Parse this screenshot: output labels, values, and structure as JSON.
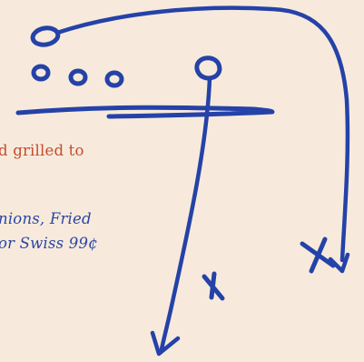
{
  "menu_snippet": {
    "description_text": "d grilled to",
    "extras_line_1": "nions, Fried",
    "extras_line_2": "or Swiss  99¢"
  },
  "sketch": {
    "stroke_color": "#2442a8",
    "symbols": [
      "o",
      "o",
      "o",
      "o",
      "o",
      "x",
      "x"
    ]
  }
}
